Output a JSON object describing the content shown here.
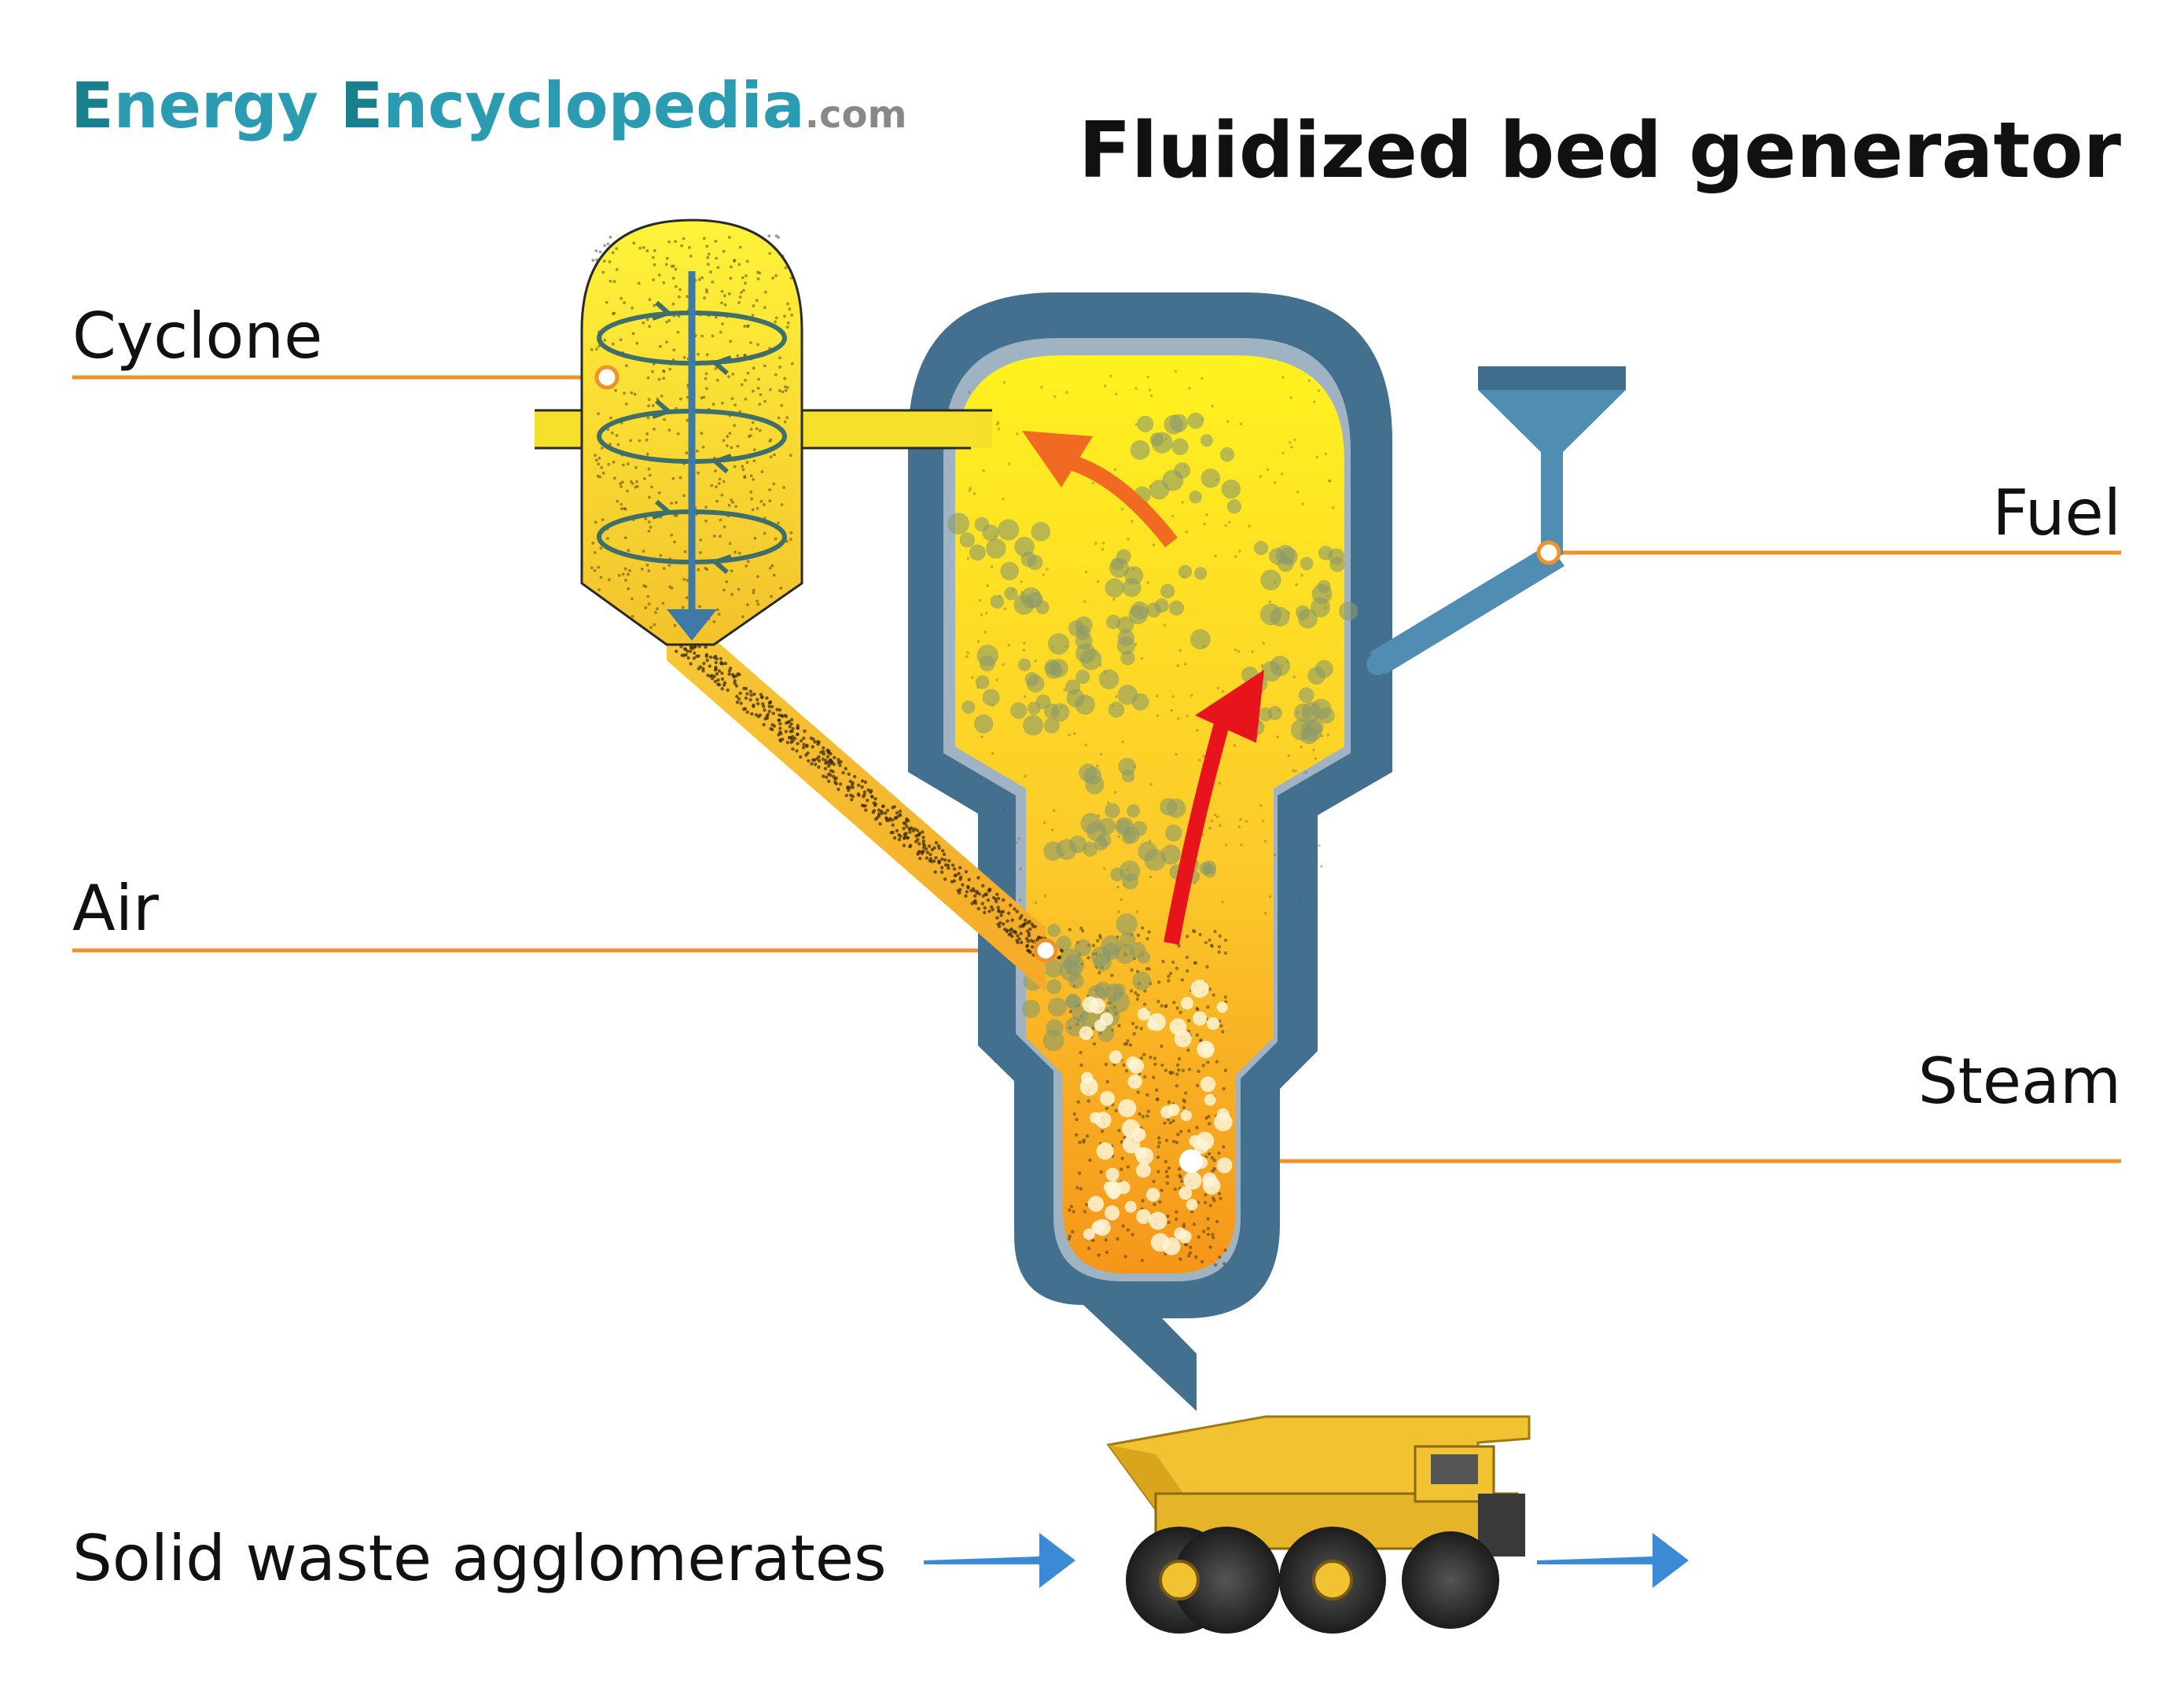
{
  "brand": {
    "e1": "E",
    "nergy": "nergy ",
    "e2": "E",
    "ncyclopedia": "ncyclopedia",
    "com": ".com",
    "color_initial": "#1a7f8c",
    "color_word": "#2a9bb0",
    "color_com": "#888888"
  },
  "title": "Fluidized bed generator",
  "labels": {
    "cyclone": "Cyclone",
    "air": "Air",
    "fuel": "Fuel",
    "steam": "Steam",
    "solid_waste": "Solid waste agglomerates"
  },
  "colors": {
    "leader_line": "#f0922a",
    "vessel_shell": "#43708e",
    "vessel_lining": "#9fb3c3",
    "chamber_top": "#ffee22",
    "chamber_bottom": "#f79a1a",
    "fuel_hopper": "#4f8db3",
    "flow_arrow_red": "#e8141c",
    "flow_arrow_orange": "#f06a22",
    "cyclone_axis_arrow": "#3f79a8",
    "swirl_arrow": "#3e6f6a",
    "truck_body": "#f1c232",
    "blue_arrow": "#3a8ad6"
  },
  "icons": {
    "cyclone": "cyclone-icon",
    "fuel_hopper": "fuel-hopper-icon",
    "truck": "dump-truck-icon"
  }
}
